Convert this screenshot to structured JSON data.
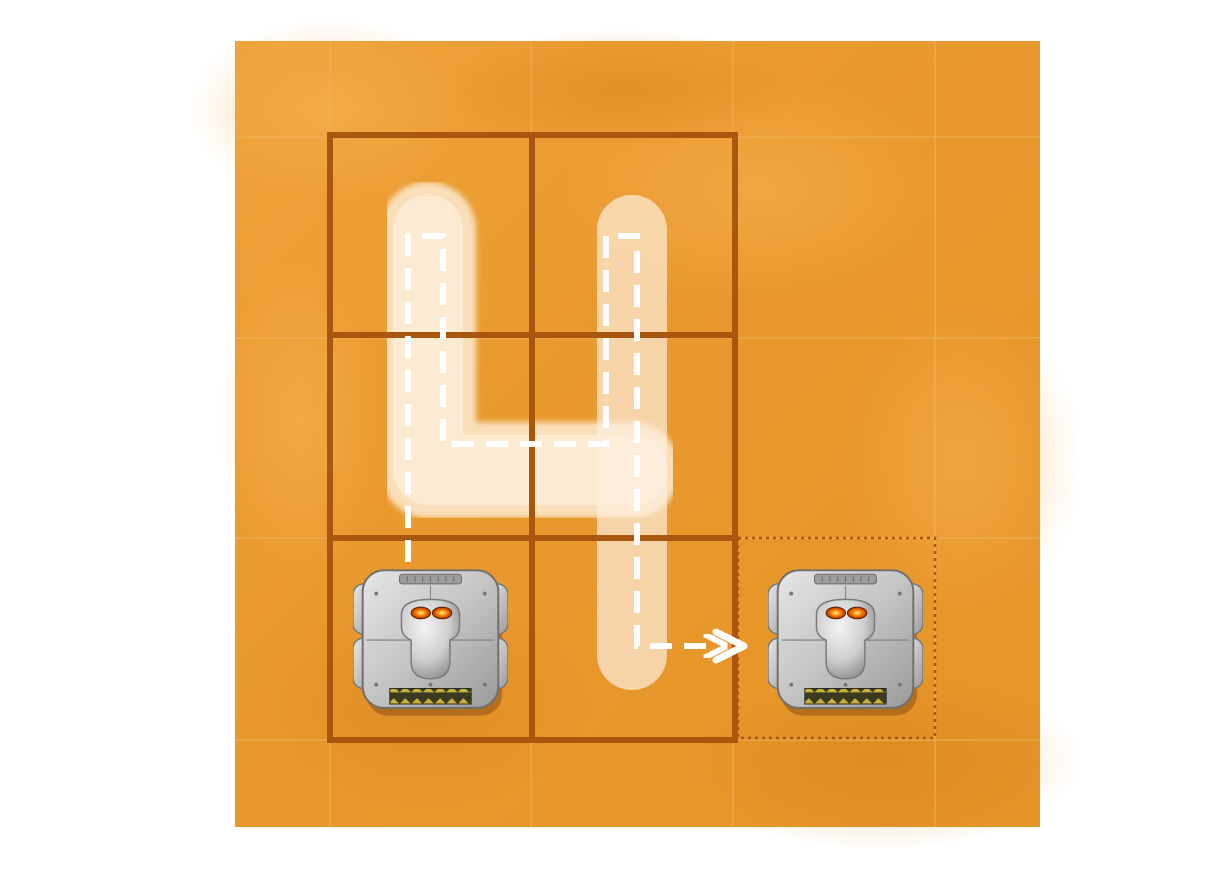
{
  "puzzle": {
    "digit_traced": "4",
    "grid_columns": 2,
    "grid_rows": 3,
    "board_columns": 8,
    "board_rows": 8,
    "robot_count": 2
  },
  "colors": {
    "sand_base": "#e89a2c",
    "sand_light": "#f2ad45",
    "sand_dark": "#d98820",
    "grid_line": "#a9560f",
    "path_glow": "#fbe7cf",
    "path_dash": "#ffffff",
    "robot_body": "#c9c9c9",
    "robot_eye": "#ff6a00"
  },
  "icons": {
    "start_robot": "robot-start-icon",
    "goal_robot": "robot-goal-icon",
    "arrow": "path-arrow-icon"
  }
}
